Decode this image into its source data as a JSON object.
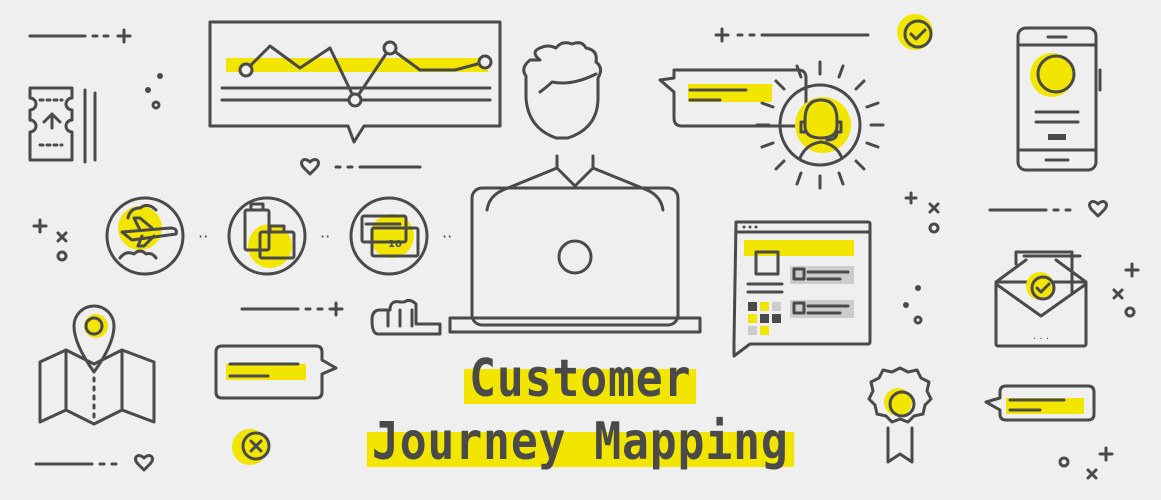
{
  "title": {
    "line1": "Customer",
    "line2": "Journey Mapping"
  },
  "ticket_badge": "10",
  "colors": {
    "accent": "#f2e600",
    "stroke": "#4a4a4a",
    "background": "#efefef"
  },
  "icons": [
    "ticket-icon",
    "line-chart-bubble-icon",
    "person-at-laptop-icon",
    "chat-bubble-icon",
    "support-agent-icon",
    "checkmark-badge-icon",
    "smartphone-icon",
    "airplane-icon",
    "luggage-icon",
    "ticket-money-icon",
    "browser-window-icon",
    "envelope-check-icon",
    "map-pin-icon",
    "award-ribbon-icon",
    "close-circle-icon",
    "heart-icon"
  ]
}
